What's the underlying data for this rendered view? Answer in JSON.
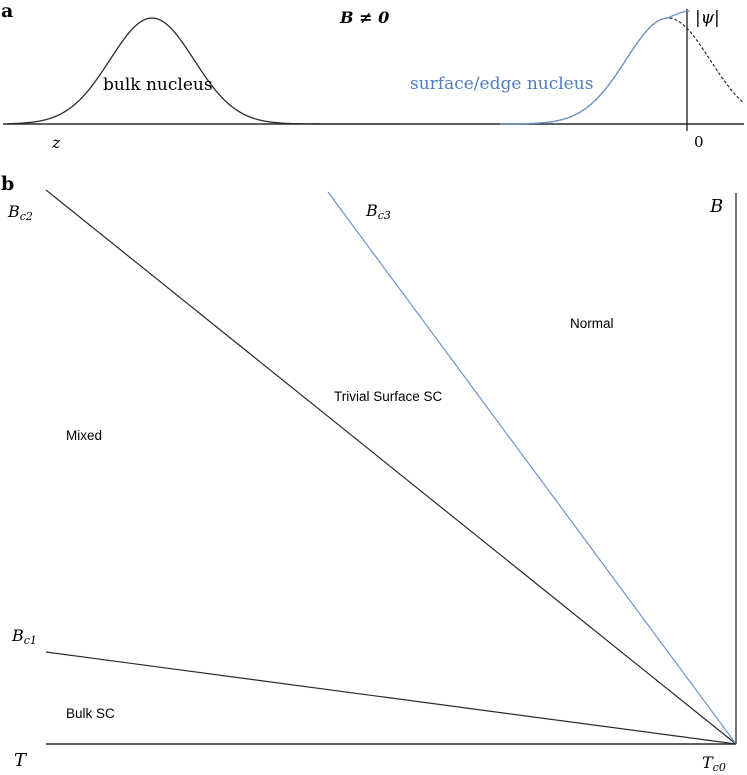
{
  "panel_a": {
    "letter": "a",
    "field_condition": "B ≠ 0",
    "bulk_label": "bulk nucleus",
    "surface_label": "surface/edge nucleus",
    "axis_z": "z",
    "zero_label": "0",
    "psi_label": "|ψ|",
    "colors": {
      "black": "#2b2b2b",
      "blue": "#6f93cc"
    }
  },
  "panel_b": {
    "letter": "b",
    "bc2": {
      "base": "B",
      "sub": "c2"
    },
    "bc3": {
      "base": "B",
      "sub": "c3"
    },
    "bc1": {
      "base": "B",
      "sub": "c1"
    },
    "tc0": {
      "base": "T",
      "sub": "c0"
    },
    "axis_b": "B",
    "axis_t": "T",
    "regions": {
      "normal": "Normal",
      "trivial_surface": "Trivial Surface SC",
      "mixed": "Mixed",
      "bulk_sc": "Bulk SC"
    },
    "colors": {
      "black": "#2b2b2b",
      "blue": "#6f93cc"
    }
  }
}
